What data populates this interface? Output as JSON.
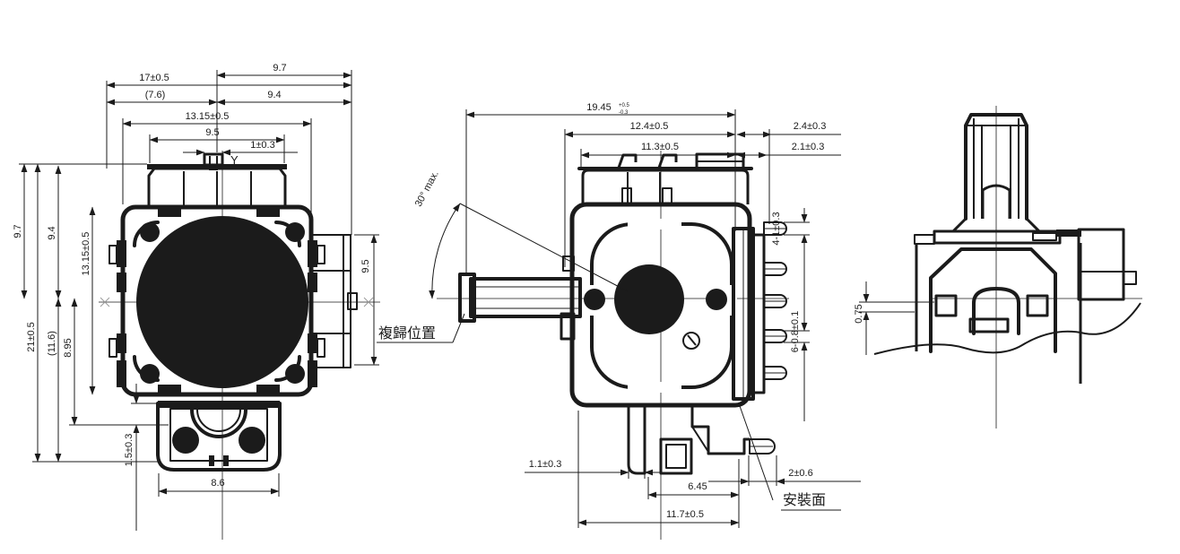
{
  "drawing_type": "mechanical engineering drawing - thumbstick joystick potentiometer module, three orthographic views",
  "colors": {
    "line": "#1b1b1b",
    "background": "#ffffff"
  },
  "views": {
    "front": {
      "dim_97_top": "9.7",
      "dim_17": "17±0.5",
      "dim_76": "(7.6)",
      "dim_94_top": "9.4",
      "dim_1315_top": "13.15±0.5",
      "dim_95_top": "9.5",
      "dim_1": "1±0.3",
      "axis_y": "Y",
      "dim_97_left": "9.7",
      "dim_94_left": "9.4",
      "dim_1315_left": "13.15±0.5",
      "dim_21": "21±0.5",
      "dim_116": "(11.6)",
      "dim_895": "8.95",
      "dim_15": "1.5±0.3",
      "dim_86": "8.6",
      "dim_95_right": "9.5"
    },
    "side": {
      "dim_1945": "19.45",
      "dim_1945_sup": "+0.5",
      "dim_1945_sub": "-0.3",
      "dim_124": "12.4±0.5",
      "dim_113": "11.3±0.5",
      "dim_24": "2.4±0.3",
      "dim_21": "2.1±0.3",
      "angle_max": "30° max.",
      "label_return_position": "複歸位置",
      "dim_pin_w1": "4-1±0.3",
      "dim_pin_w08": "6-0.8±0.1",
      "dim_11": "1.1±0.3",
      "dim_645": "6.45",
      "dim_117": "11.7±0.5",
      "dim_2": "2±0.6",
      "label_mounting_surface": "安裝面"
    },
    "end": {
      "dim_075": "0.75"
    }
  }
}
